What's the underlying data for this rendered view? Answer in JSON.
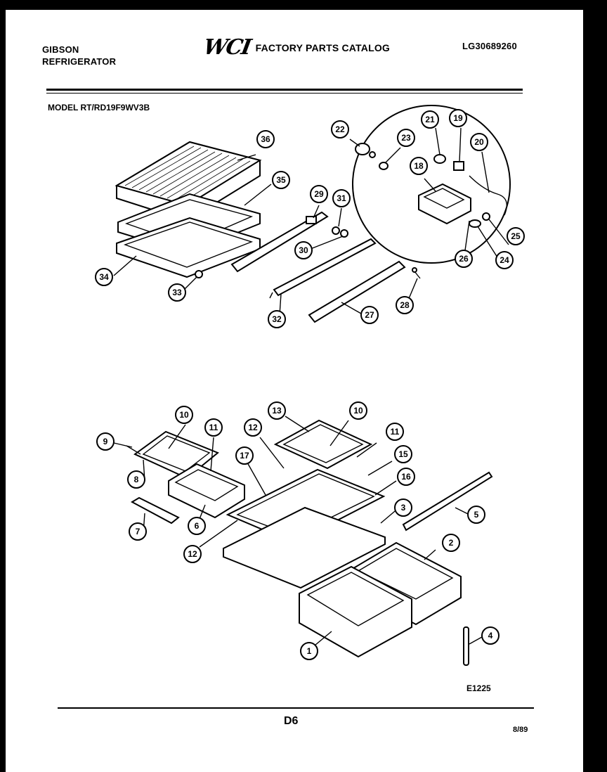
{
  "header": {
    "brand_line1": "GIBSON",
    "brand_line2": "REFRIGERATOR",
    "logo": "WCI",
    "catalog_title": "FACTORY PARTS CATALOG",
    "catalog_number": "LG30689260"
  },
  "model_label": "MODEL RT/RD19F9WV3B",
  "diagram_code": "E1225",
  "page_code": "D6",
  "date_code": "8/89",
  "callouts": [
    {
      "id": "c36",
      "label": "36"
    },
    {
      "id": "c35",
      "label": "35"
    },
    {
      "id": "c34",
      "label": "34"
    },
    {
      "id": "c33",
      "label": "33"
    },
    {
      "id": "c29",
      "label": "29"
    },
    {
      "id": "c31",
      "label": "31"
    },
    {
      "id": "c30",
      "label": "30"
    },
    {
      "id": "c32",
      "label": "32"
    },
    {
      "id": "c27",
      "label": "27"
    },
    {
      "id": "c28",
      "label": "28"
    },
    {
      "id": "c22",
      "label": "22"
    },
    {
      "id": "c23",
      "label": "23"
    },
    {
      "id": "c21",
      "label": "21"
    },
    {
      "id": "c19",
      "label": "19"
    },
    {
      "id": "c20",
      "label": "20"
    },
    {
      "id": "c18",
      "label": "18"
    },
    {
      "id": "c25",
      "label": "25"
    },
    {
      "id": "c24",
      "label": "24"
    },
    {
      "id": "c26",
      "label": "26"
    },
    {
      "id": "c10a",
      "label": "10"
    },
    {
      "id": "c11a",
      "label": "11"
    },
    {
      "id": "c9",
      "label": "9"
    },
    {
      "id": "c8",
      "label": "8"
    },
    {
      "id": "c6",
      "label": "6"
    },
    {
      "id": "c7",
      "label": "7"
    },
    {
      "id": "c13",
      "label": "13"
    },
    {
      "id": "c10b",
      "label": "10"
    },
    {
      "id": "c12a",
      "label": "12"
    },
    {
      "id": "c11b",
      "label": "11"
    },
    {
      "id": "c17",
      "label": "17"
    },
    {
      "id": "c15",
      "label": "15"
    },
    {
      "id": "c16",
      "label": "16"
    },
    {
      "id": "c3",
      "label": "3"
    },
    {
      "id": "c5",
      "label": "5"
    },
    {
      "id": "c12b",
      "label": "12"
    },
    {
      "id": "c2",
      "label": "2"
    },
    {
      "id": "c1",
      "label": "1"
    },
    {
      "id": "c4",
      "label": "4"
    }
  ]
}
